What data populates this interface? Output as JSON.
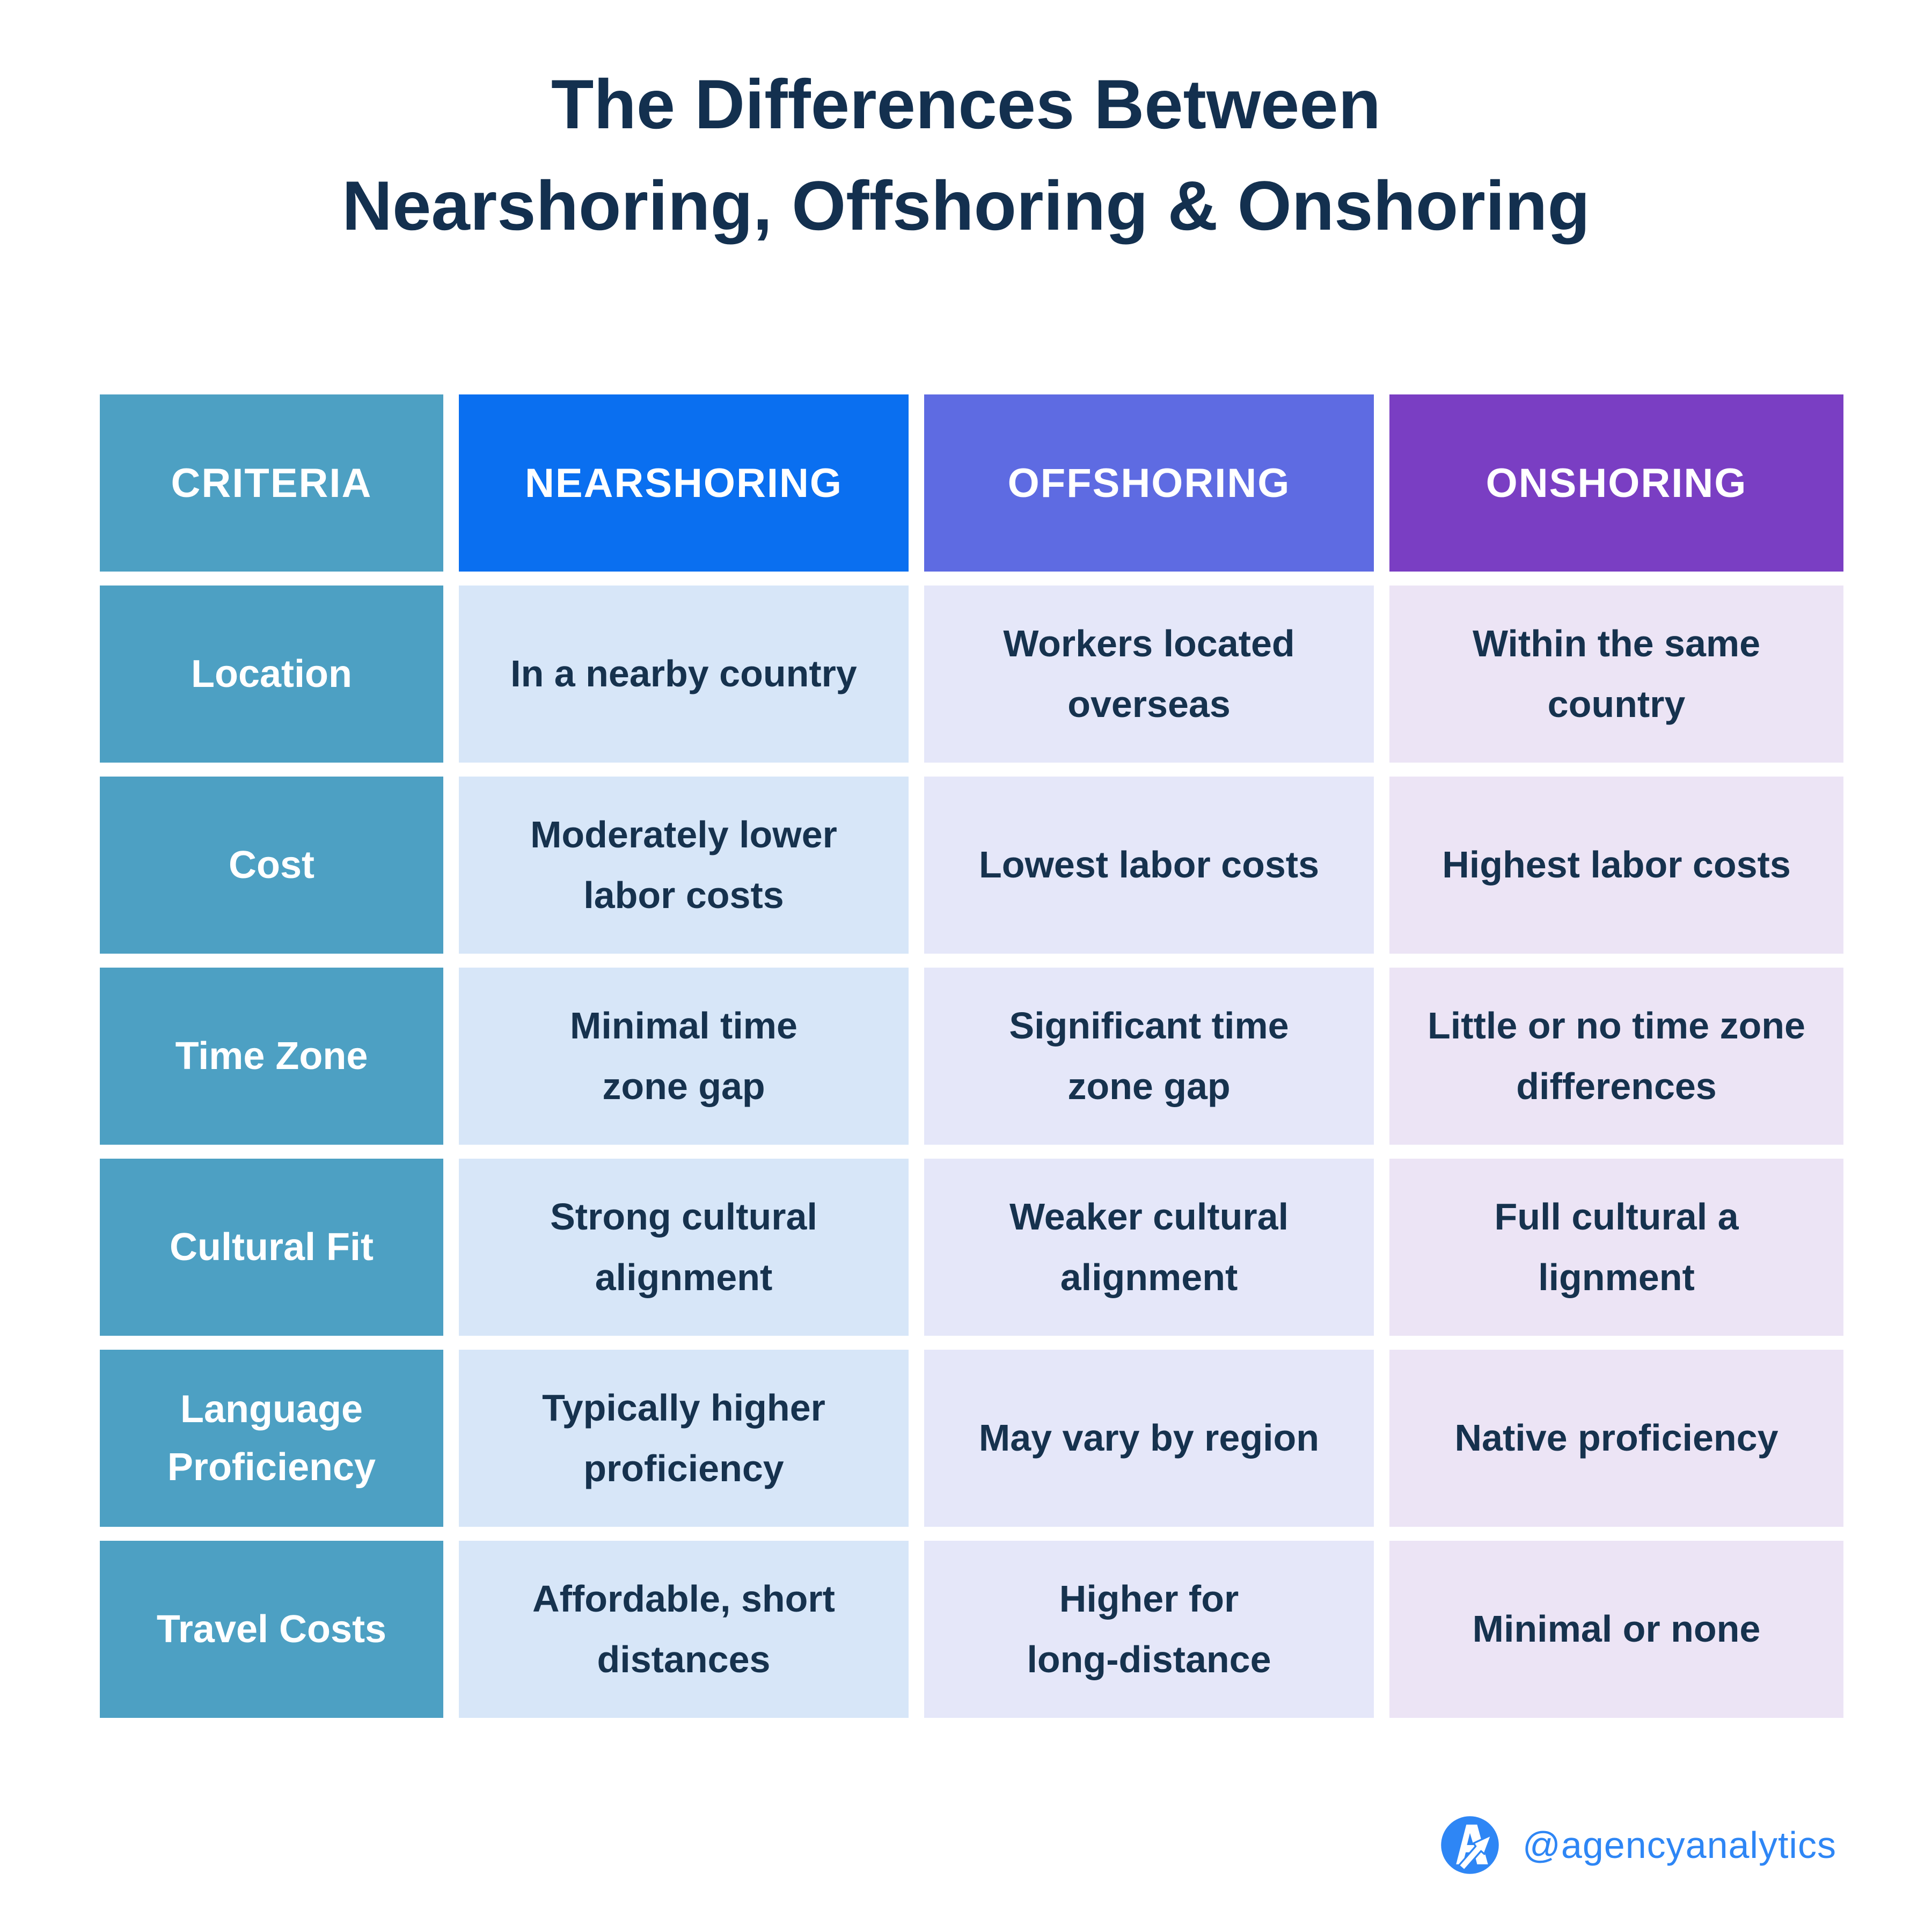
{
  "title": {
    "line1": "The Differences Between",
    "line2": "Nearshoring, Offshoring & Onshoring"
  },
  "table": {
    "columns": [
      {
        "key": "criteria",
        "label": "CRITERIA"
      },
      {
        "key": "nearshoring",
        "label": "NEARSHORING"
      },
      {
        "key": "offshoring",
        "label": "OFFSHORING"
      },
      {
        "key": "onshoring",
        "label": "ONSHORING"
      }
    ],
    "rows": [
      {
        "criteria": "Location",
        "nearshoring": "In a nearby country",
        "offshoring": "Workers located\noverseas",
        "onshoring": "Within the same\ncountry"
      },
      {
        "criteria": "Cost",
        "nearshoring": "Moderately lower\nlabor costs",
        "offshoring": "Lowest labor costs",
        "onshoring": "Highest labor costs"
      },
      {
        "criteria": "Time Zone",
        "nearshoring": "Minimal time\nzone gap",
        "offshoring": "Significant time\nzone gap",
        "onshoring": "Little or no time zone\ndifferences"
      },
      {
        "criteria": "Cultural Fit",
        "nearshoring": "Strong cultural\nalignment",
        "offshoring": "Weaker cultural\nalignment",
        "onshoring": "Full cultural a\nlignment"
      },
      {
        "criteria": "Language\nProficiency",
        "nearshoring": "Typically higher\nproficiency",
        "offshoring": "May vary by region",
        "onshoring": "Native proficiency"
      },
      {
        "criteria": "Travel Costs",
        "nearshoring": "Affordable, short\ndistances",
        "offshoring": "Higher for\nlong-distance",
        "onshoring": "Minimal or none"
      }
    ]
  },
  "footer": {
    "handle": "@agencyanalytics"
  },
  "colors": {
    "title_text": "#13304F",
    "criteria_bg": "#4DA0C3",
    "nearshoring_header_bg": "#0A6FF0",
    "offshoring_header_bg": "#5E6BE2",
    "onshoring_header_bg": "#7A3EC3",
    "nearshoring_cell_bg": "#D7E6F8",
    "offshoring_cell_bg": "#E5E7F9",
    "onshoring_cell_bg": "#ECE4F5",
    "cell_text": "#16324E",
    "brand_blue": "#2E86F5"
  },
  "chart_data": {
    "type": "table",
    "title": "The Differences Between Nearshoring, Offshoring & Onshoring",
    "columns": [
      "CRITERIA",
      "NEARSHORING",
      "OFFSHORING",
      "ONSHORING"
    ],
    "rows": [
      [
        "Location",
        "In a nearby country",
        "Workers located overseas",
        "Within the same country"
      ],
      [
        "Cost",
        "Moderately lower labor costs",
        "Lowest labor costs",
        "Highest labor costs"
      ],
      [
        "Time Zone",
        "Minimal time zone gap",
        "Significant time zone gap",
        "Little or no time zone differences"
      ],
      [
        "Cultural Fit",
        "Strong cultural alignment",
        "Weaker cultural alignment",
        "Full cultural a lignment"
      ],
      [
        "Language Proficiency",
        "Typically higher proficiency",
        "May vary by region",
        "Native proficiency"
      ],
      [
        "Travel Costs",
        "Affordable, short distances",
        "Higher for long-distance",
        "Minimal or none"
      ]
    ],
    "legend_position": "none",
    "grid": false
  }
}
